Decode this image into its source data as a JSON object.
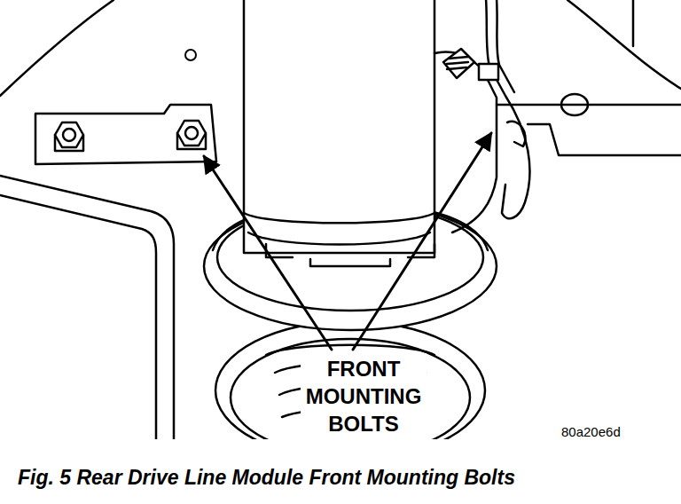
{
  "diagram": {
    "caption": "Fig. 5 Rear Drive Line Module Front Mounting Bolts",
    "labels": [
      "FRONT MOUNTING BOLTS",
      "80a20e6d"
    ]
  }
}
